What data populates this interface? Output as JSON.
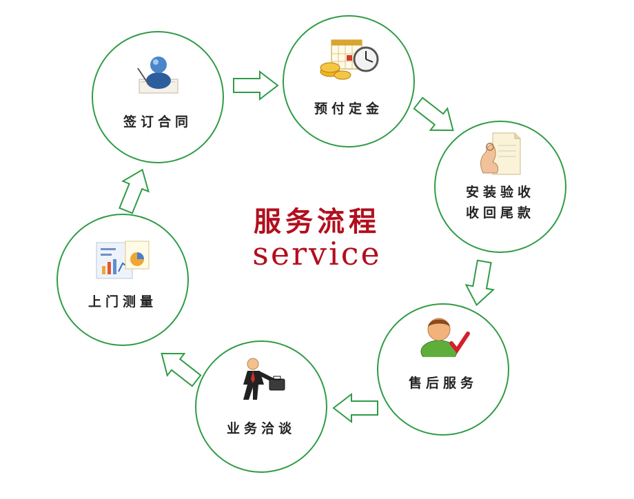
{
  "title": {
    "chinese": "服务流程",
    "english": "service"
  },
  "steps": [
    {
      "label": "签订合同",
      "icon": "contract-signing-icon"
    },
    {
      "label": "预付定金",
      "icon": "deposit-calendar-clock-icon"
    },
    {
      "label_line1": "安装验收",
      "label_line2": "收回尾款",
      "icon": "ok-hand-document-icon"
    },
    {
      "label": "售后服务",
      "icon": "user-check-icon"
    },
    {
      "label": "业务洽谈",
      "icon": "businessman-briefcase-icon"
    },
    {
      "label": "上门测量",
      "icon": "measurement-report-icon"
    }
  ],
  "colors": {
    "circle_border": "#2e9b45",
    "arrow_fill": "#ffffff",
    "arrow_stroke": "#2e9b45",
    "title": "#b20f1e"
  }
}
